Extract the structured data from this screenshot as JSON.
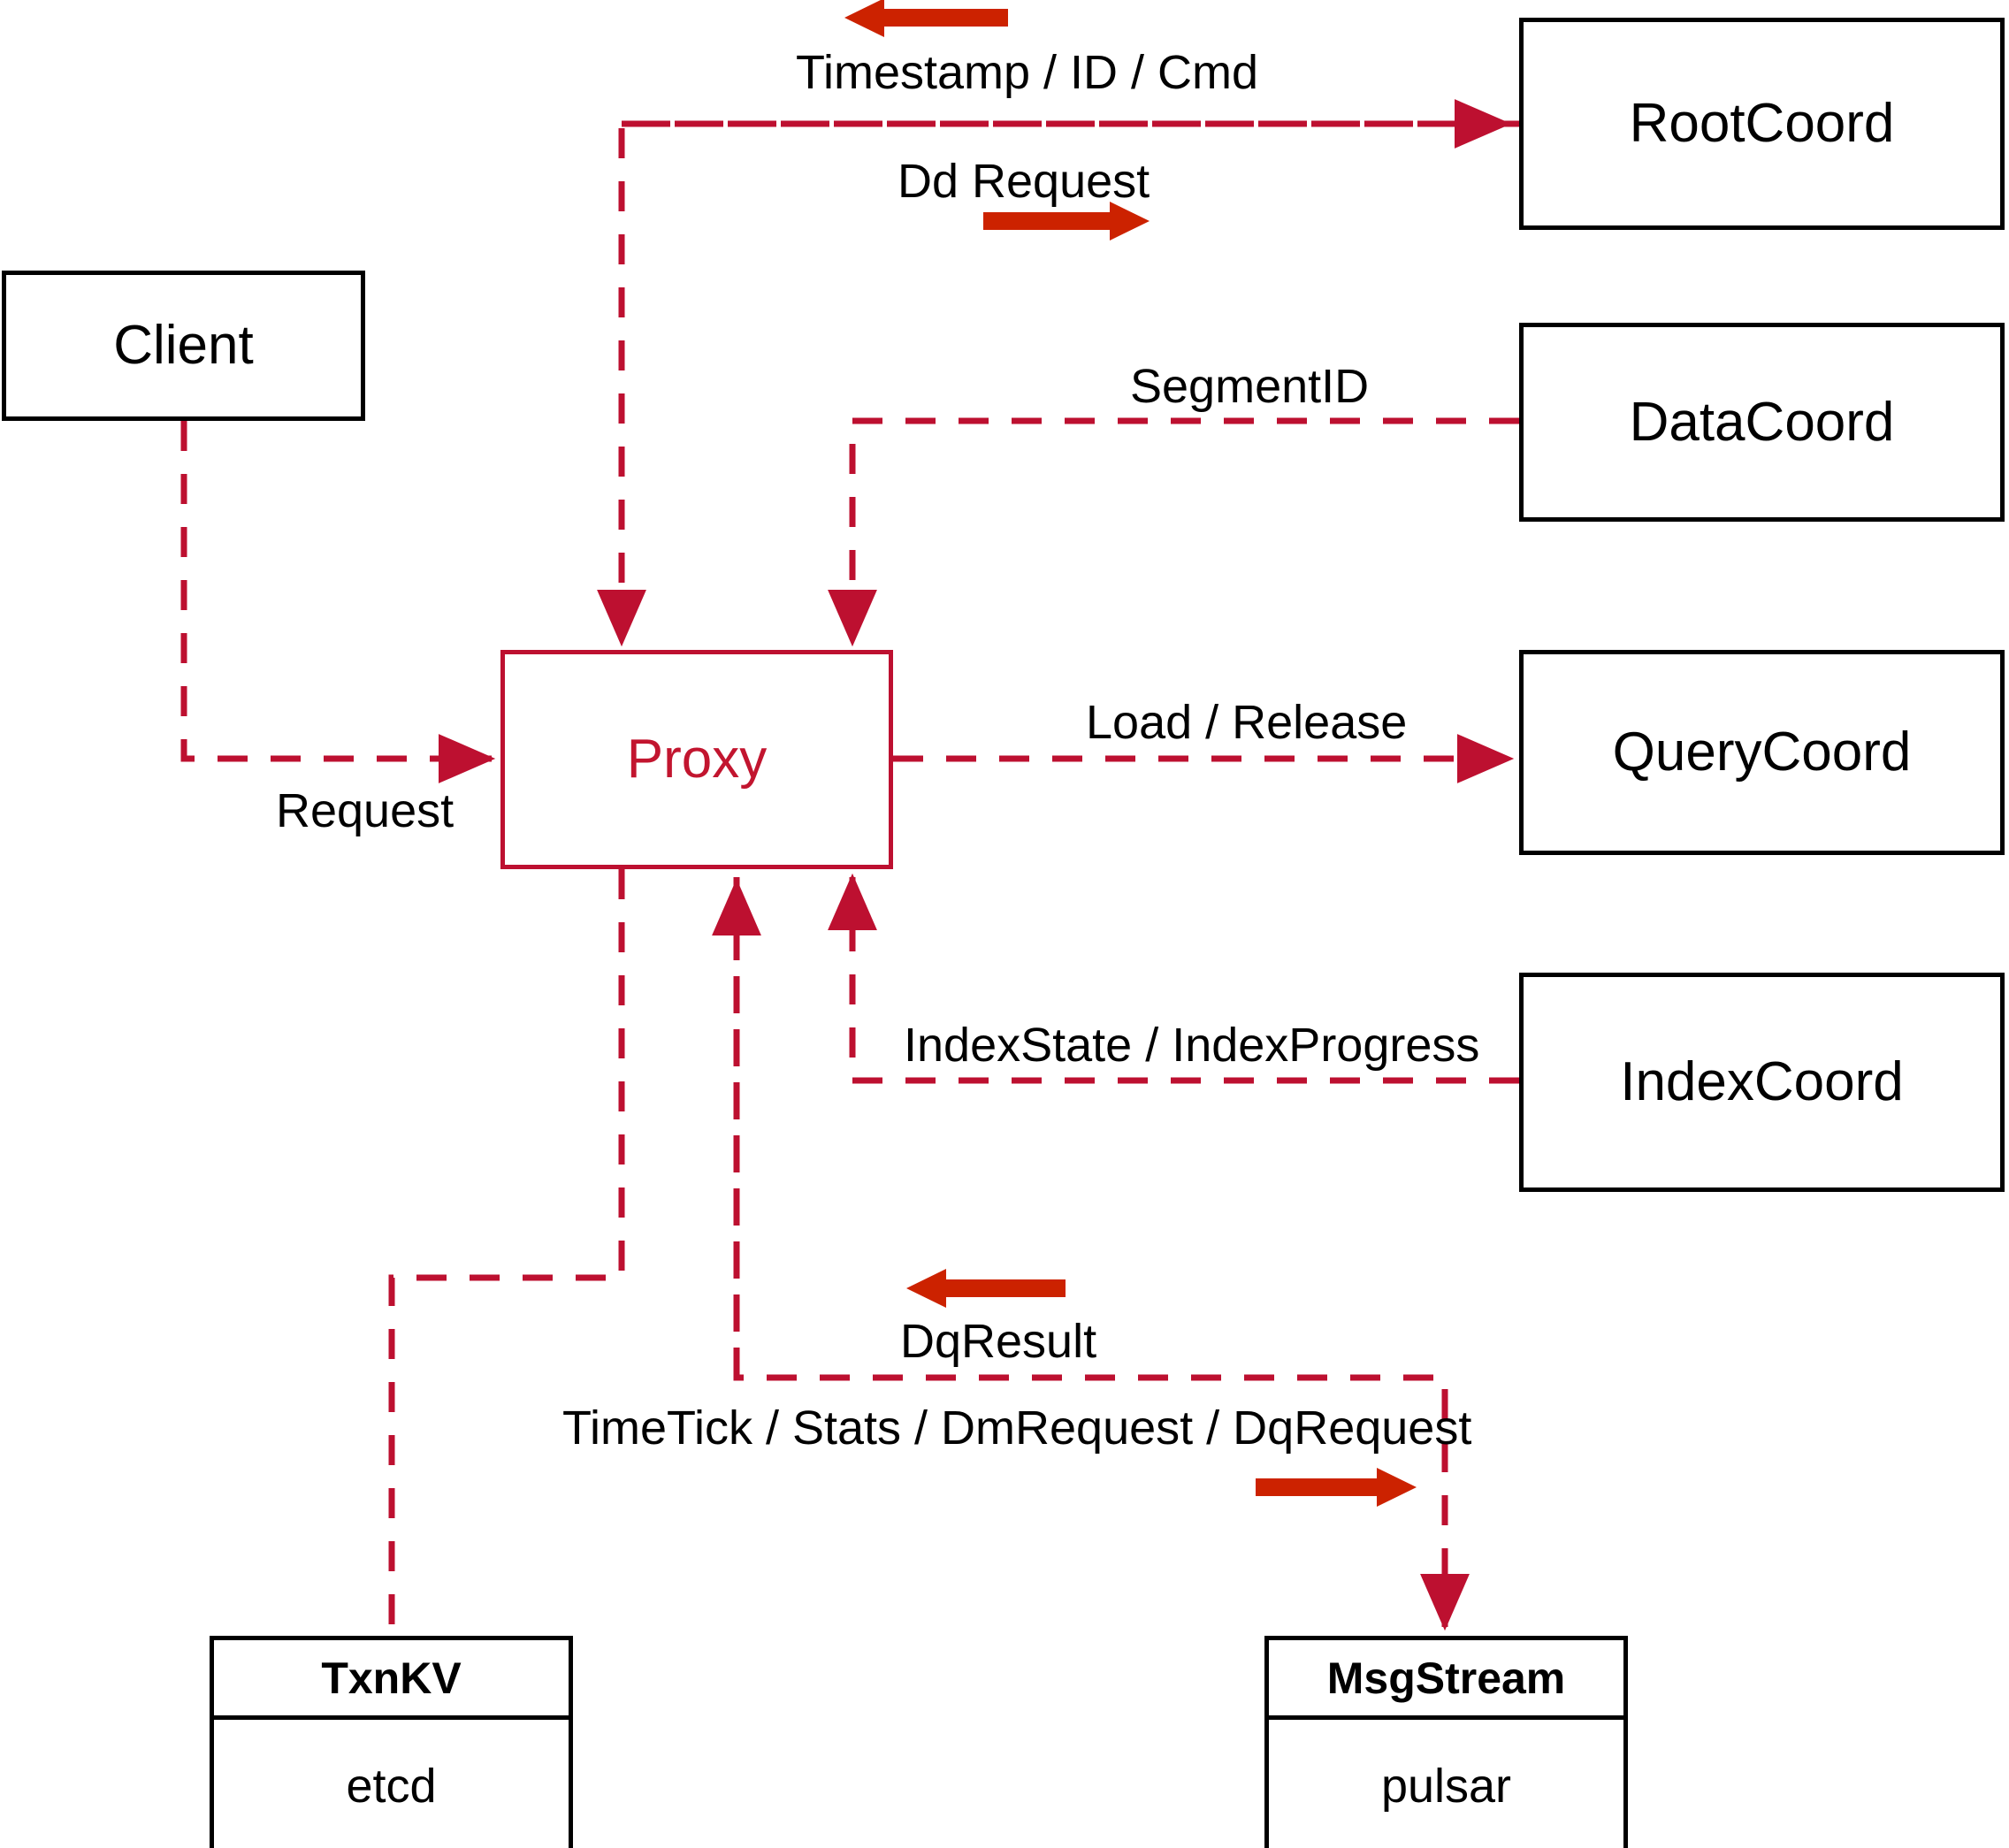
{
  "diagram": {
    "title": "Proxy component interaction diagram",
    "colors": {
      "edge": "#bd1030",
      "arrow_solid": "#cc2200",
      "box_border": "#000000",
      "proxy_text": "#c2152f"
    }
  },
  "nodes": {
    "client": {
      "label": "Client"
    },
    "proxy": {
      "label": "Proxy"
    },
    "root_coord": {
      "label": "RootCoord"
    },
    "data_coord": {
      "label": "DataCoord"
    },
    "query_coord": {
      "label": "QueryCoord"
    },
    "index_coord": {
      "label": "IndexCoord"
    },
    "txnkv": {
      "title": "TxnKV",
      "impl": "etcd"
    },
    "msgstream": {
      "title": "MsgStream",
      "impl": "pulsar"
    }
  },
  "edge_labels": {
    "timestamp_id_cmd": "Timestamp / ID / Cmd",
    "dd_request": "Dd Request",
    "segment_id": "SegmentID",
    "request": "Request",
    "load_release": "Load / Release",
    "index_state_progress": "IndexState / IndexProgress",
    "dq_result": "DqResult",
    "timetick_stats": "TimeTick / Stats / DmRequest / DqRequest"
  }
}
